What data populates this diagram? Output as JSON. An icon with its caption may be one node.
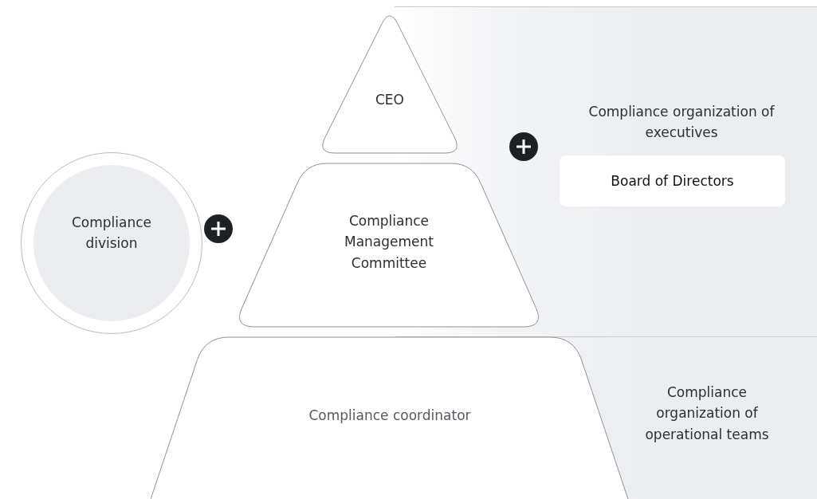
{
  "diagram": {
    "nodes": [
      {
        "text": [
          "Compliance organization of executives"
        ]
      },
      {
        "text": [
          "Board of Directors"
        ],
        "in": 0
      },
      {
        "text": [
          "Compliance organization of operational teams"
        ]
      },
      {
        "text": [
          "CEO"
        ]
      },
      {
        "text": [
          "Compliance Management Committee"
        ]
      },
      {
        "text": [
          "Compliance coordinator"
        ]
      },
      {
        "text": [
          "Compliance division"
        ]
      }
    ]
  }
}
